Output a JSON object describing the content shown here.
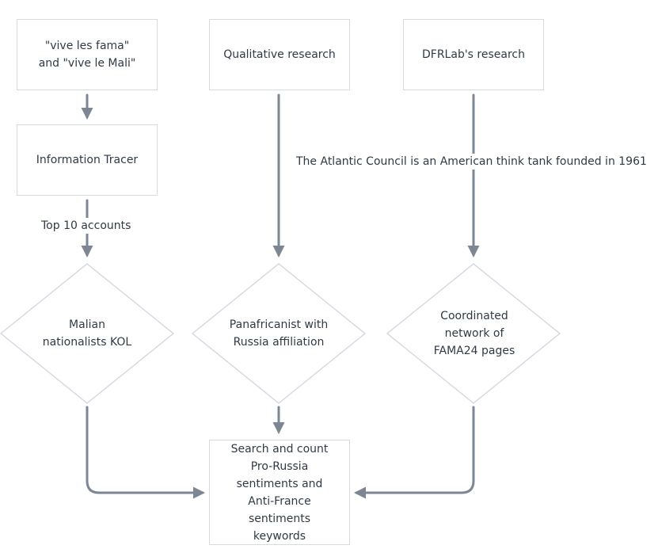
{
  "nodes": {
    "vive_les_fama": "\"vive les fama\" and \"vive le Mali\"",
    "qualitative_research": "Qualitative research",
    "dfrlab_research": "DFRLab's research",
    "information_tracer": "Information Tracer",
    "malian_nationalists": "Malian nationalists KOL",
    "panafricanist": "Panafricanist with Russia affiliation",
    "coordinated_network": "Coordinated network of FAMA24 pages",
    "search_and_count": "Search and count Pro-Russia sentiments and Anti-France sentiments keywords"
  },
  "edge_labels": {
    "top_10_accounts": "Top 10 accounts",
    "atlantic_council": "The Atlantic Council is an American think tank founded in 1961"
  },
  "colors": {
    "box_border": "#d6dbe1",
    "connector": "#7d8793",
    "text": "#2f3a46"
  }
}
